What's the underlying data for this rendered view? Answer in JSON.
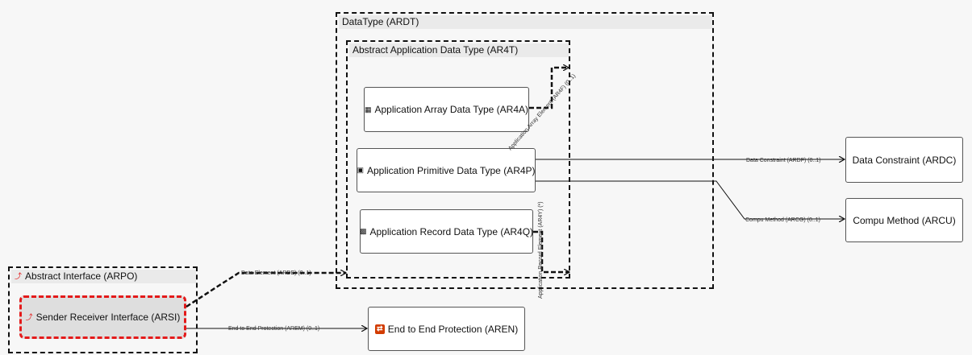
{
  "groups": {
    "datatype": {
      "title": "DataType (ARDT)"
    },
    "abstract_app": {
      "title": "Abstract Application Data Type (AR4T)"
    },
    "abstract_interface": {
      "title": "Abstract Interface (ARPO)",
      "icon": "broken-link-icon"
    }
  },
  "nodes": {
    "array": {
      "label": "Application Array Data Type (AR4A)",
      "icon": "array-type-icon"
    },
    "primitive": {
      "label": "Application Primitive Data Type (AR4P)",
      "icon": "primitive-type-icon"
    },
    "record": {
      "label": "Application Record Data Type (AR4Q)",
      "icon": "record-type-icon"
    },
    "constraint": {
      "label": "Data Constraint (ARDC)"
    },
    "compu": {
      "label": "Compu Method (ARCU)"
    },
    "sender_receiver": {
      "label": "Sender Receiver Interface (ARSI)",
      "icon": "broken-link-icon"
    },
    "e2e": {
      "label": "End to End Protection (AREN)",
      "icon": "protection-icon"
    }
  },
  "edges": {
    "array_element": "Application Array Element (AR4F) (0..1)",
    "data_constraint": "Data Constraint (ARDF) (0..1)",
    "compu_method": "Compu Method (ARCG) (0..1)",
    "record_element": "Application Record Element (AR4Y) (*)",
    "data_element": "Data Element (ARDE) (0..1)",
    "e2e_protection": "End to End Protection (AREM) (0..1)"
  },
  "colors": {
    "selection": "#e41a1a",
    "protection_icon": "#d23c00",
    "interface_icon": "#e41a1a"
  }
}
